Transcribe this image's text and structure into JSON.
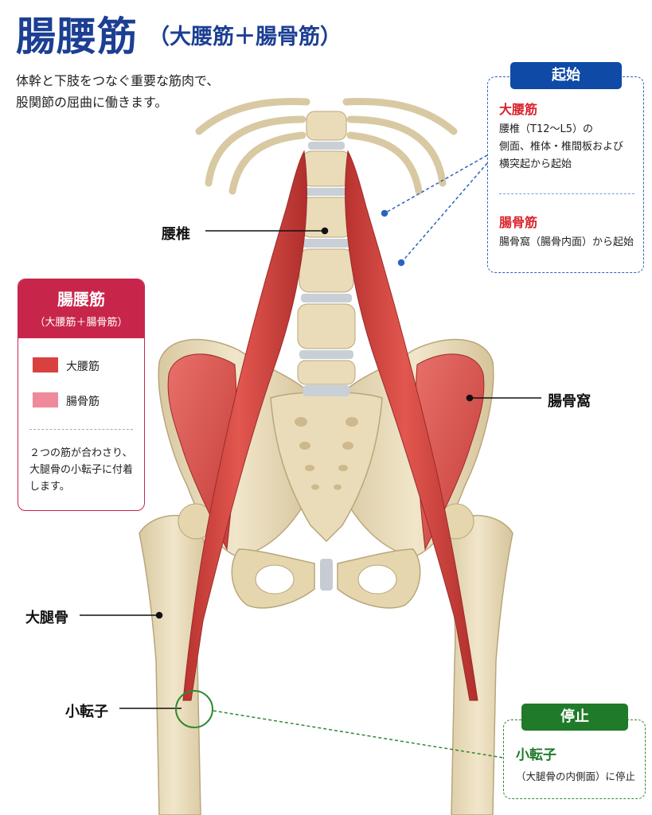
{
  "header": {
    "title": "腸腰筋",
    "subtitle": "（大腰筋＋腸骨筋）",
    "lead_line1": "体幹と下肢をつなぐ重要な筋肉で、",
    "lead_line2": "股関節の屈曲に働きます。"
  },
  "labels": {
    "lumbar": "腰椎",
    "iliac_fossa": "腸骨窩",
    "femur": "大腿骨",
    "lesser_trochanter": "小転子"
  },
  "origin": {
    "heading": "起始",
    "psoas_title": "大腰筋",
    "psoas_line1": "腰椎（T12〜L5）の",
    "psoas_line2": "側面、椎体・椎間板および",
    "psoas_line3": "横突起から起始",
    "iliacus_title": "腸骨筋",
    "iliacus_line1": "腸骨窩（腸骨内面）から起始"
  },
  "legend": {
    "heading": "腸腰筋",
    "subheading": "（大腰筋＋腸骨筋）",
    "items": [
      {
        "label": "大腰筋",
        "color": "#d8413f"
      },
      {
        "label": "腸骨筋",
        "color": "#ef8a9a"
      }
    ],
    "note_line1": "２つの筋が合わさり、",
    "note_line2": "大腿骨の小転子に付着",
    "note_line3": "します。"
  },
  "insertion": {
    "heading": "停止",
    "title": "小転子",
    "text": "（大腿骨の内側面）に停止"
  },
  "colors": {
    "title_blue": "#1c3f93",
    "origin_blue": "#0f4aa6",
    "legend_red": "#c8254a",
    "insertion_green": "#1f7a2a",
    "bone": "#eadcb8",
    "muscle": "#d8413f"
  }
}
